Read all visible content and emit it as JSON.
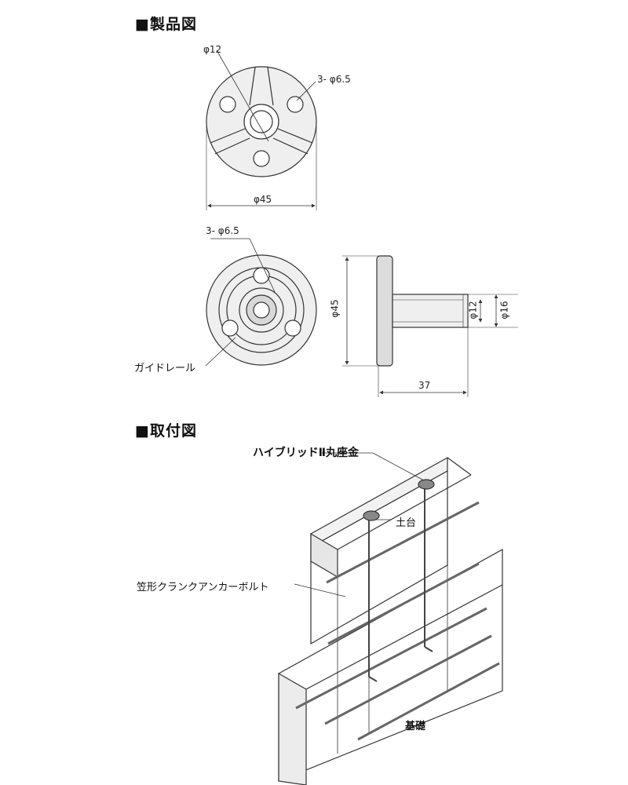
{
  "product_section": {
    "title": "■製品図"
  },
  "install_section": {
    "title": "■取付図"
  },
  "top_view": {
    "inner_diameter": "φ12",
    "holes": "3- φ6.5",
    "outer_diameter": "φ45"
  },
  "bottom_view": {
    "holes": "3- φ6.5",
    "guide_rail": "ガイドレール"
  },
  "side_view": {
    "flange_diameter": "φ45",
    "shaft_inner": "φ12",
    "shaft_outer": "φ16",
    "length": "37"
  },
  "install": {
    "product_name": "ハイブリッドⅡ丸座金",
    "sill": "土台",
    "anchor_bolt": "笠形クランクアンカーボルト",
    "foundation": "基礎"
  },
  "colors": {
    "line": "#333333",
    "fill": "#ececec",
    "shade": "#d4d4d4"
  }
}
